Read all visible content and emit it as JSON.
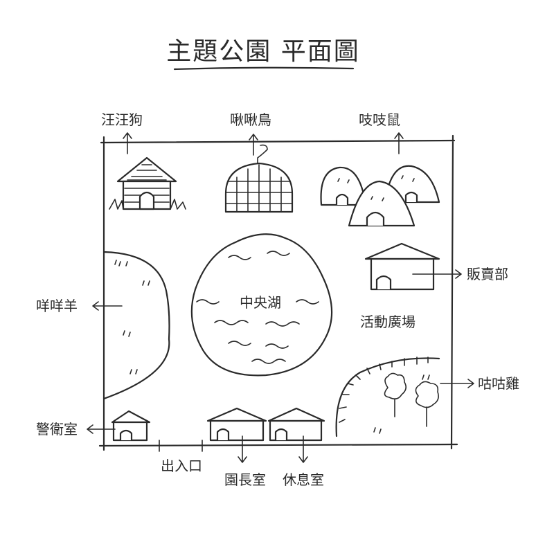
{
  "title": "主題公園 平面圖",
  "areas": {
    "dog": "汪汪狗",
    "bird": "啾啾鳥",
    "mouse": "吱吱鼠",
    "shop": "販賣部",
    "sheep": "咩咩羊",
    "lake": "中央湖",
    "plaza": "活動廣場",
    "chicken": "咕咕雞",
    "guard": "警衛室",
    "entrance": "出入口",
    "director": "園長室",
    "rest": "休息室"
  }
}
